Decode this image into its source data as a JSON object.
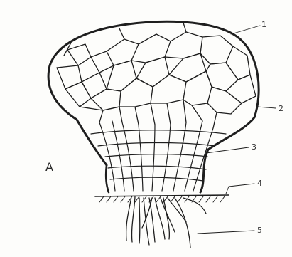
{
  "figure_label": "A",
  "callouts": [
    {
      "number": "1"
    },
    {
      "number": "2"
    },
    {
      "number": "3"
    },
    {
      "number": "4"
    },
    {
      "number": "5"
    }
  ]
}
